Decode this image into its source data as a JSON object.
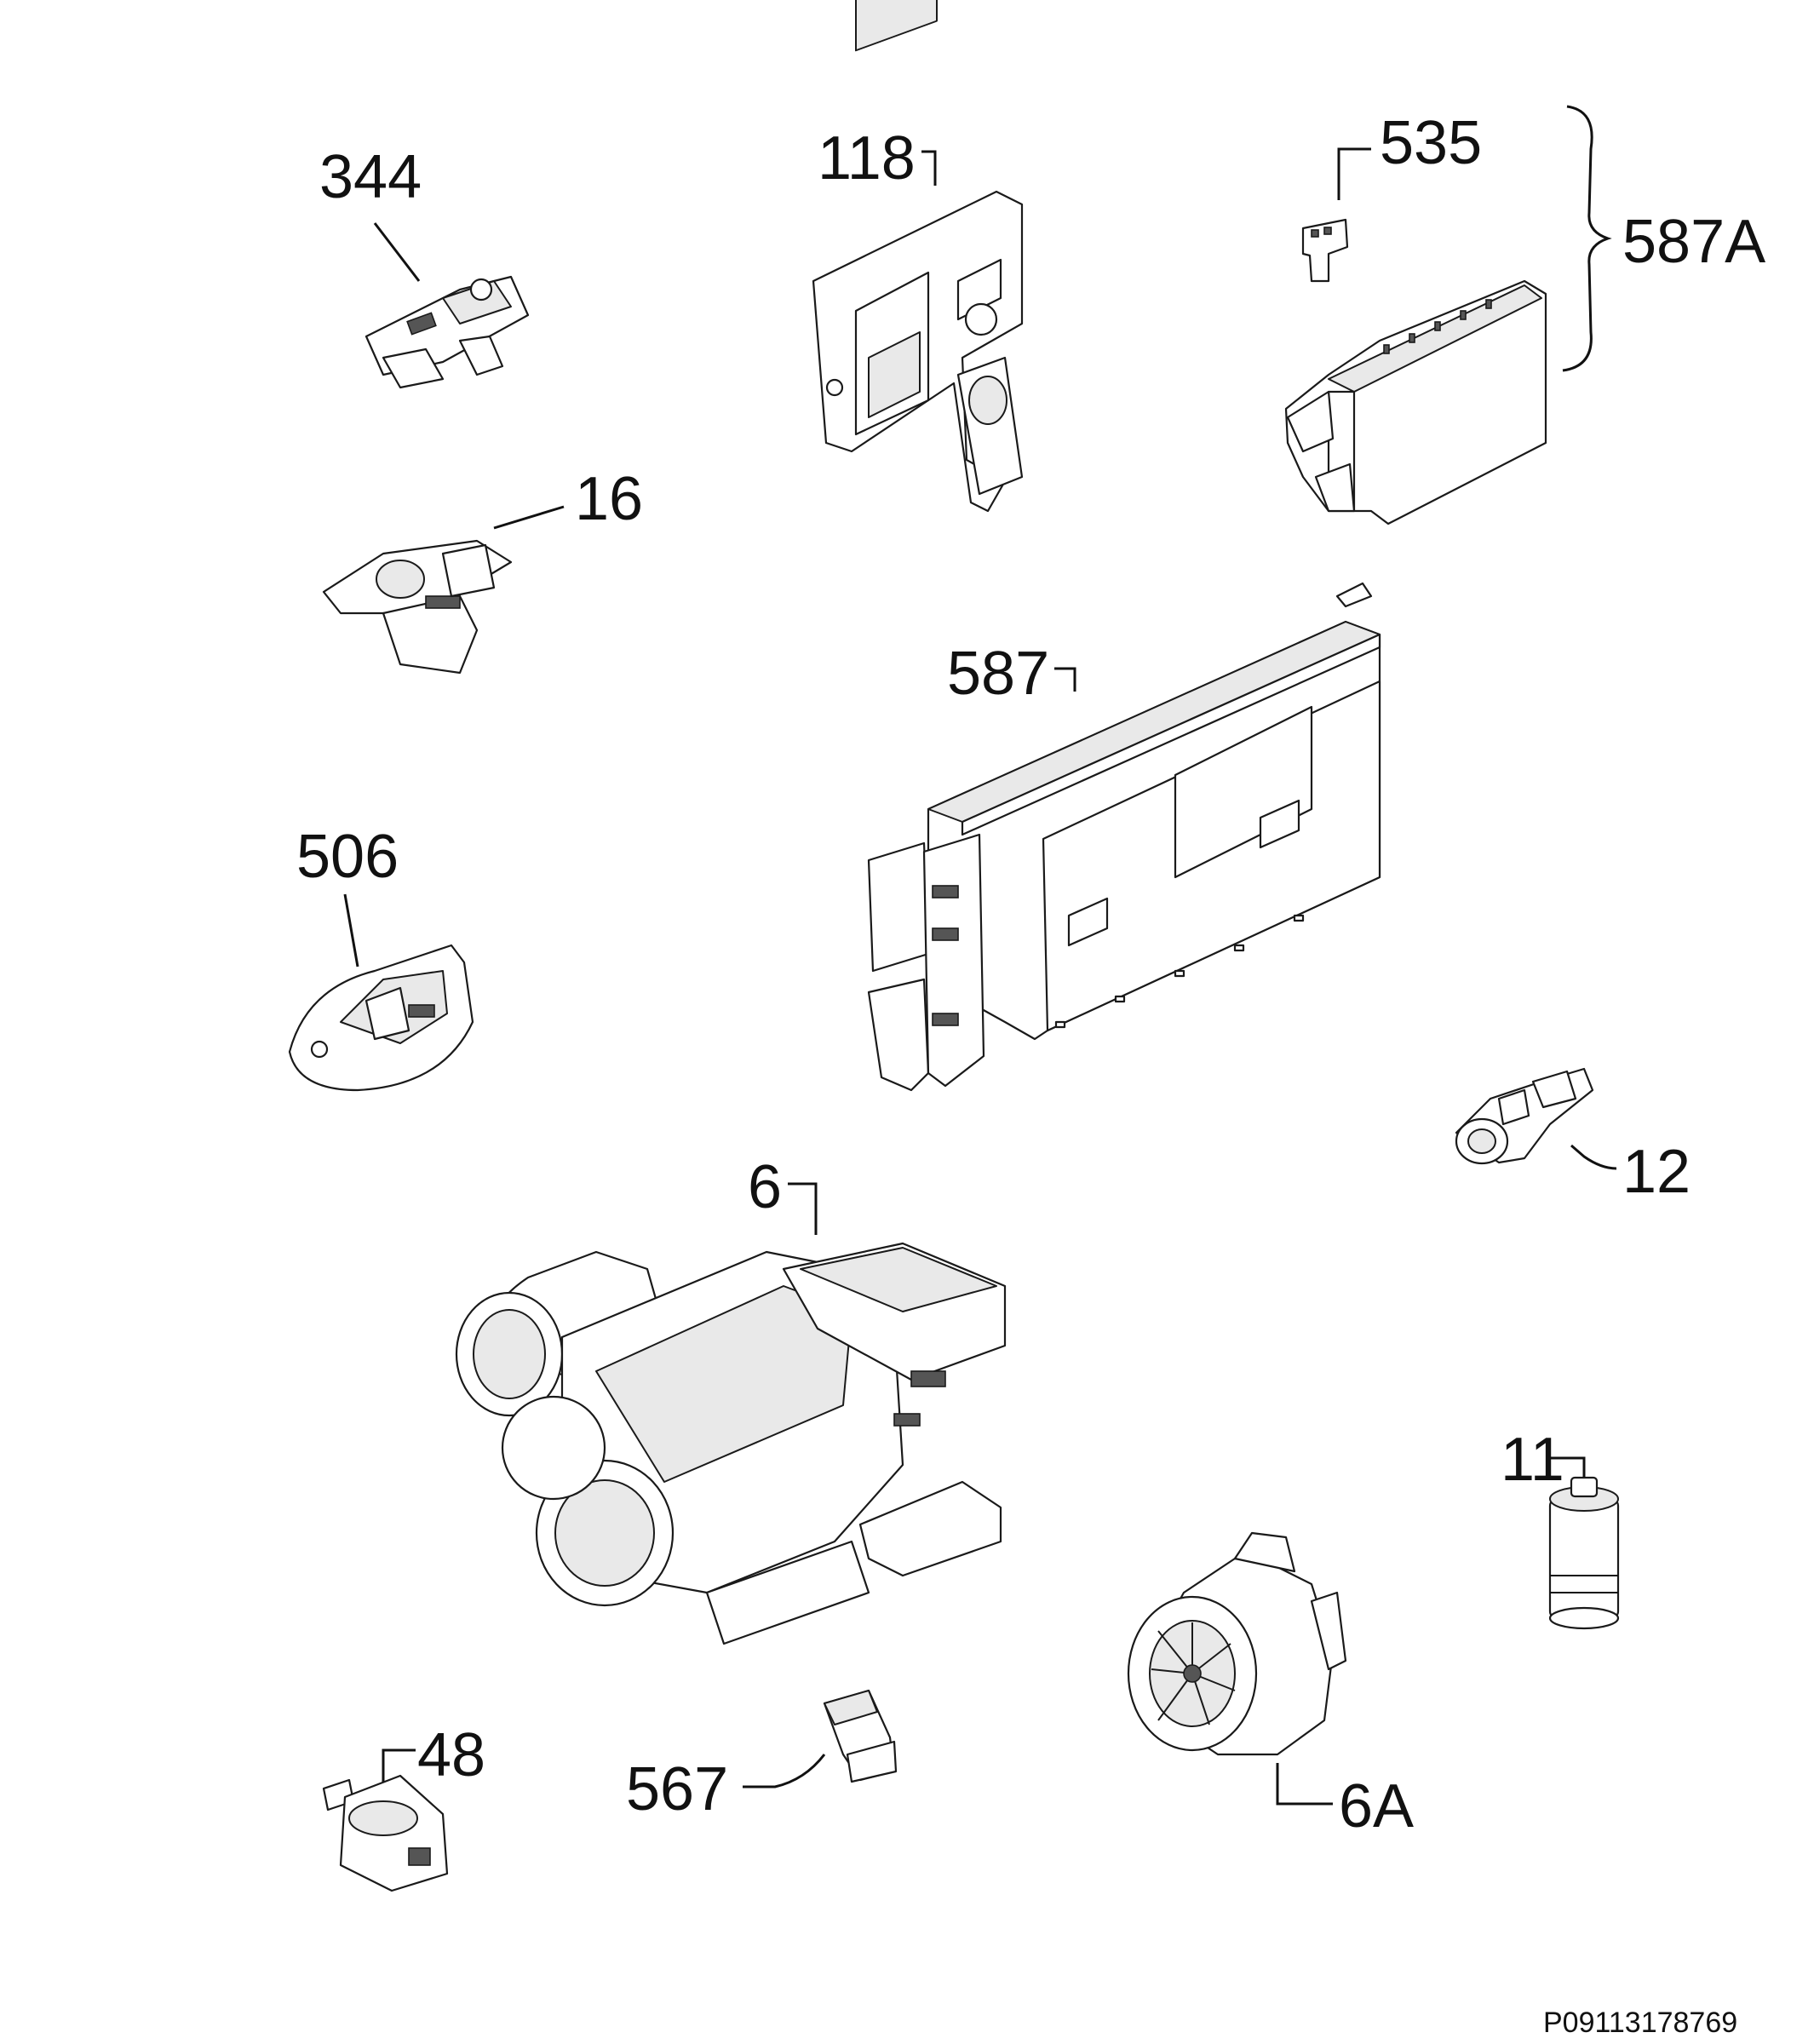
{
  "diagram": {
    "part_labels": {
      "p344": "344",
      "p118": "118",
      "p535": "535",
      "p587A": "587A",
      "p16": "16",
      "p587": "587",
      "p506": "506",
      "p12": "12",
      "p6": "6",
      "p11": "11",
      "p48": "48",
      "p567": "567",
      "p6A": "6A"
    },
    "reference_code": "P09113178769"
  }
}
